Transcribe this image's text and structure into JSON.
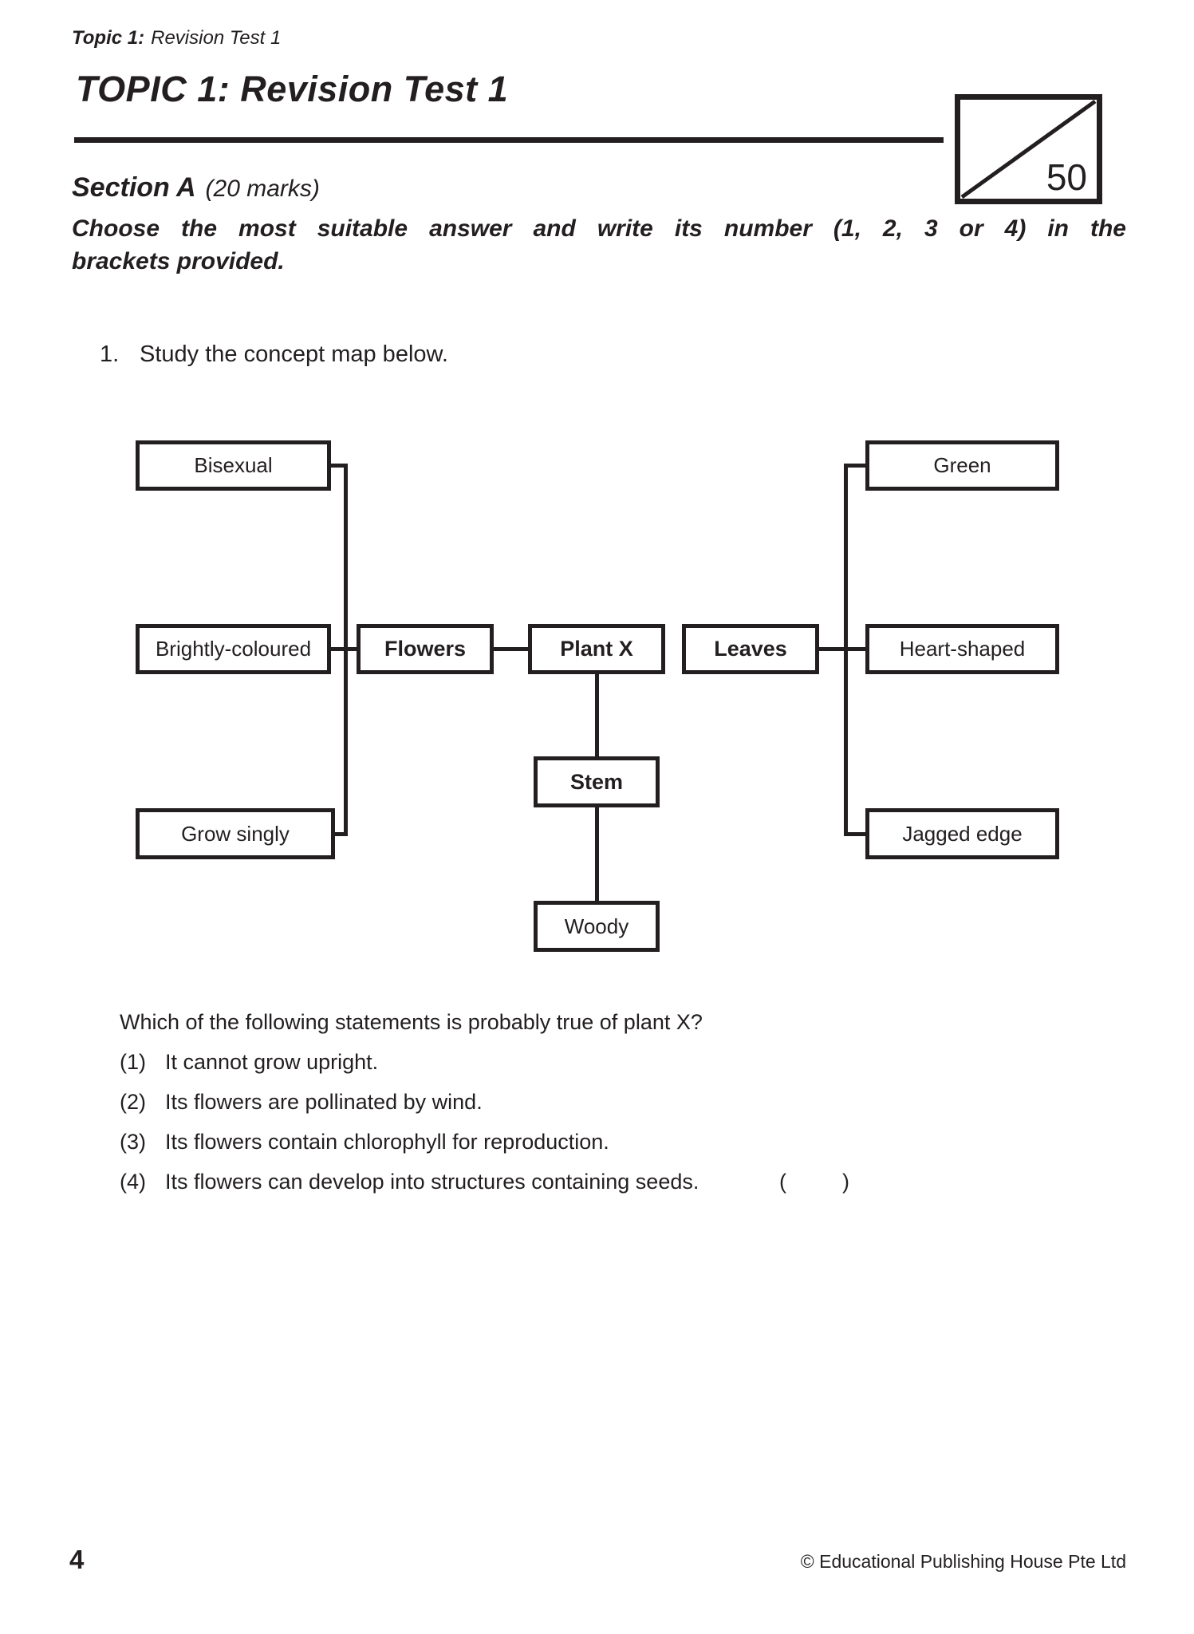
{
  "ink_color": "#231f20",
  "header": {
    "topic_bold": "Topic 1:",
    "topic_rest": "Revision Test 1"
  },
  "title": {
    "text": "TOPIC 1: Revision Test 1"
  },
  "score_box": {
    "score": "50"
  },
  "section": {
    "name": "Section A",
    "marks": "(20 marks)",
    "instruction_line1": "Choose the most suitable answer and write its number (1, 2, 3 or 4) in the",
    "instruction_line2": "brackets provided."
  },
  "question1": {
    "number": "1.",
    "prompt": "Study the concept map below.",
    "stem_question": "Which of the following statements is probably true of plant X?",
    "options": [
      {
        "num": "(1)",
        "text": "It cannot grow upright."
      },
      {
        "num": "(2)",
        "text": "Its flowers are pollinated by wind."
      },
      {
        "num": "(3)",
        "text": "Its flowers contain chlorophyll for reproduction."
      },
      {
        "num": "(4)",
        "text": "Its flowers can develop into structures containing seeds."
      }
    ],
    "bracket_open": "(",
    "bracket_close": ")"
  },
  "concept_map": {
    "nodes": {
      "bisexual": "Bisexual",
      "brightly": "Brightly-coloured",
      "grow_singly": "Grow singly",
      "flowers": "Flowers",
      "plant_x": "Plant X",
      "leaves": "Leaves",
      "green": "Green",
      "heart": "Heart-shaped",
      "jagged": "Jagged edge",
      "stem": "Stem",
      "woody": "Woody"
    }
  },
  "footer": {
    "page_number": "4",
    "copyright": "© Educational Publishing House Pte Ltd"
  }
}
